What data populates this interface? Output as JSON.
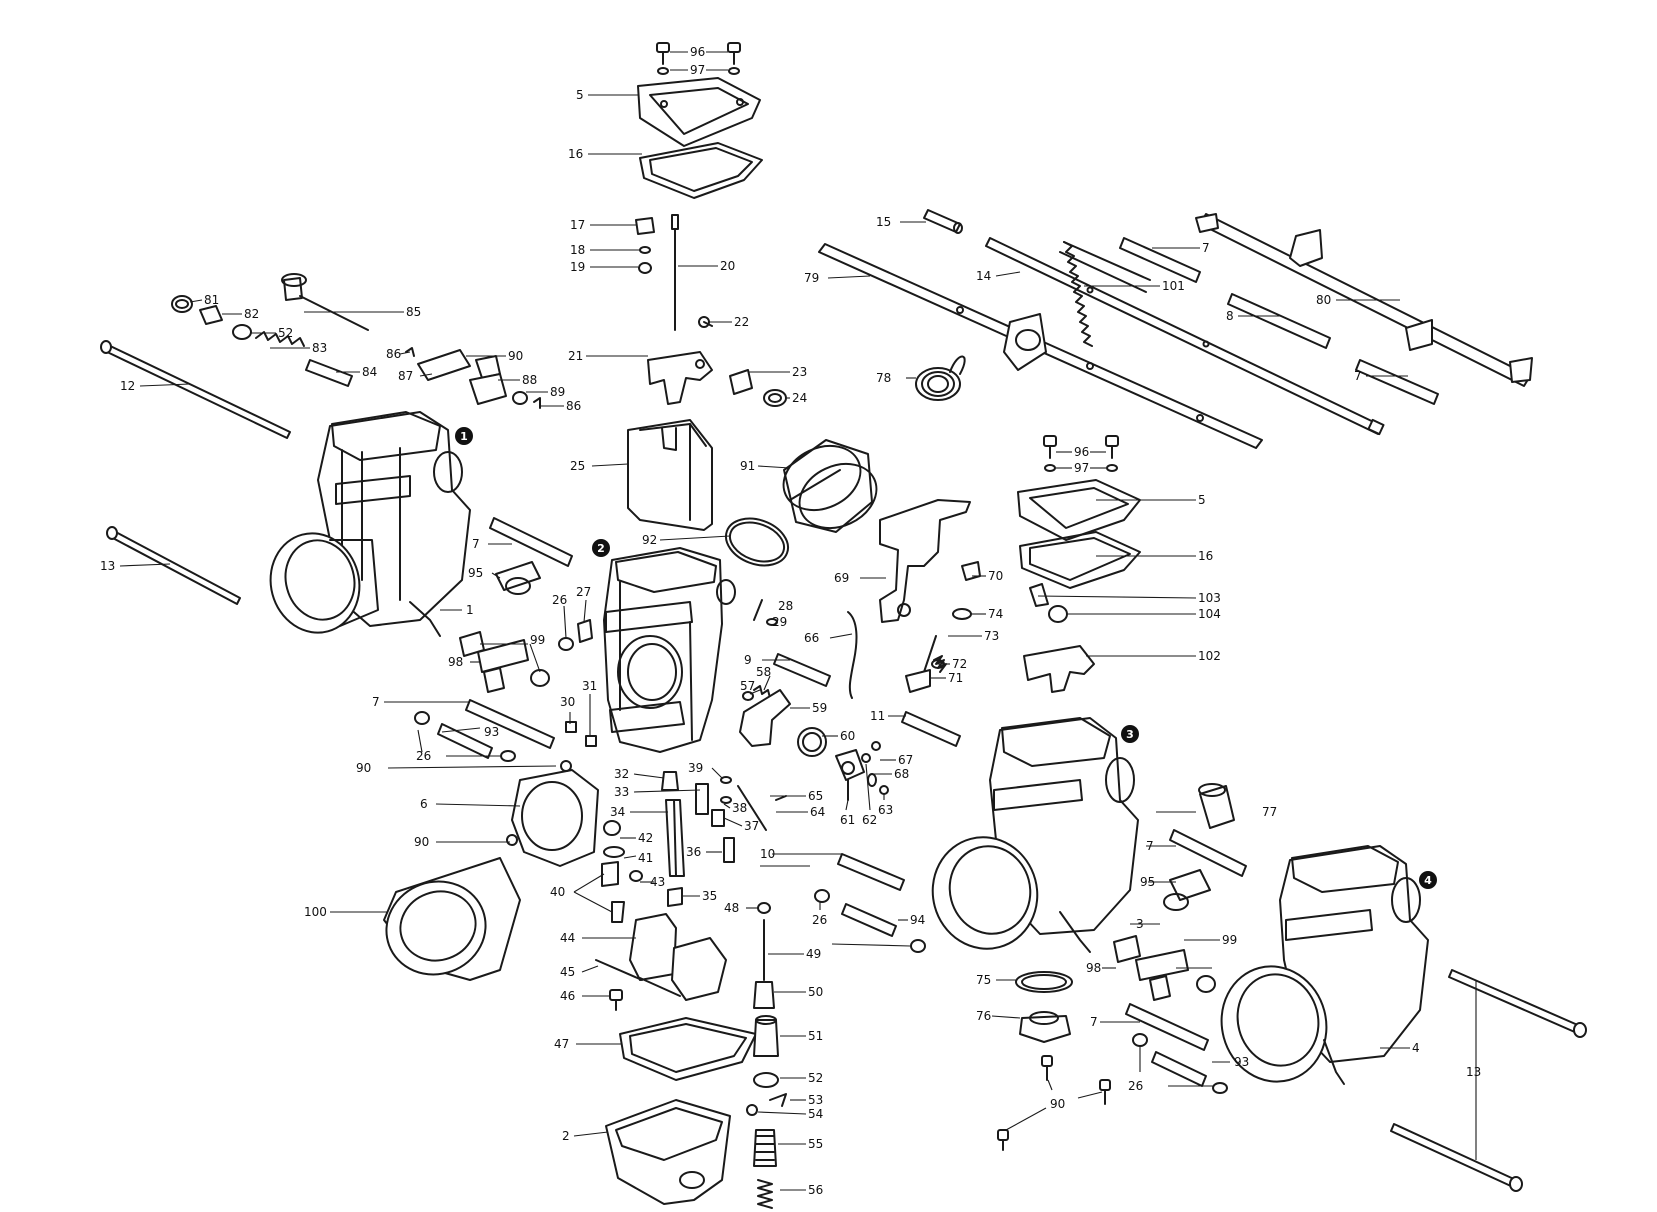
{
  "colors": {
    "ink": "#1a1a1a",
    "paper": "#ffffff"
  },
  "parts": {
    "p1": "1",
    "p2": "2",
    "p3": "3",
    "p4": "4",
    "p5": "5",
    "p6": "6",
    "p7": "7",
    "p8": "8",
    "p9": "9",
    "p10": "10",
    "p11": "11",
    "p12": "12",
    "p13": "13",
    "p14": "14",
    "p15": "15",
    "p16": "16",
    "p17": "17",
    "p18": "18",
    "p19": "19",
    "p20": "20",
    "p21": "21",
    "p22": "22",
    "p23": "23",
    "p24": "24",
    "p25": "25",
    "p26": "26",
    "p27": "27",
    "p28": "28",
    "p29": "29",
    "p30": "30",
    "p31": "31",
    "p32": "32",
    "p33": "33",
    "p34": "34",
    "p35": "35",
    "p36": "36",
    "p37": "37",
    "p38": "38",
    "p39": "39",
    "p40": "40",
    "p41": "41",
    "p42": "42",
    "p43": "43",
    "p44": "44",
    "p45": "45",
    "p46": "46",
    "p47": "47",
    "p48": "48",
    "p49": "49",
    "p50": "50",
    "p51": "51",
    "p52": "52",
    "p53": "53",
    "p54": "54",
    "p55": "55",
    "p56": "56",
    "p57": "57",
    "p58": "58",
    "p59": "59",
    "p60": "60",
    "p61": "61",
    "p62": "62",
    "p63": "63",
    "p64": "64",
    "p65": "65",
    "p66": "66",
    "p67": "67",
    "p68": "68",
    "p69": "69",
    "p70": "70",
    "p71": "71",
    "p72": "72",
    "p73": "73",
    "p74": "74",
    "p75": "75",
    "p76": "76",
    "p77": "77",
    "p78": "78",
    "p79": "79",
    "p80": "80",
    "p81": "81",
    "p82": "82",
    "p83": "83",
    "p84": "84",
    "p85": "85",
    "p86": "86",
    "p87": "87",
    "p88": "88",
    "p89": "89",
    "p90": "90",
    "p91": "91",
    "p92": "92",
    "p93": "93",
    "p94": "94",
    "p95": "95",
    "p96": "96",
    "p97": "97",
    "p98": "98",
    "p99": "99",
    "p100": "100",
    "p101": "101",
    "p102": "102",
    "p103": "103",
    "p104": "104"
  },
  "badges": {
    "b1": "1",
    "b2": "2",
    "b3": "3",
    "b4": "4"
  }
}
